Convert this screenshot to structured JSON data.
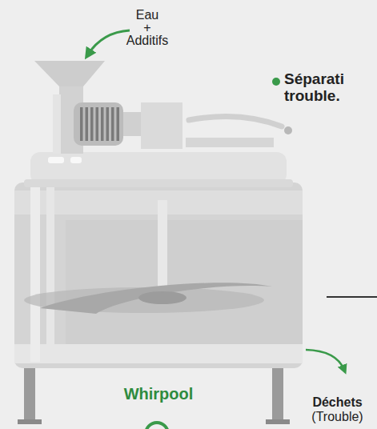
{
  "diagram": {
    "labels": [
      "Eau",
      "+",
      "Additifs",
      "Séparati trouble.",
      "Whirpool",
      "Déchets",
      "(Trouble)"
    ]
  }
}
